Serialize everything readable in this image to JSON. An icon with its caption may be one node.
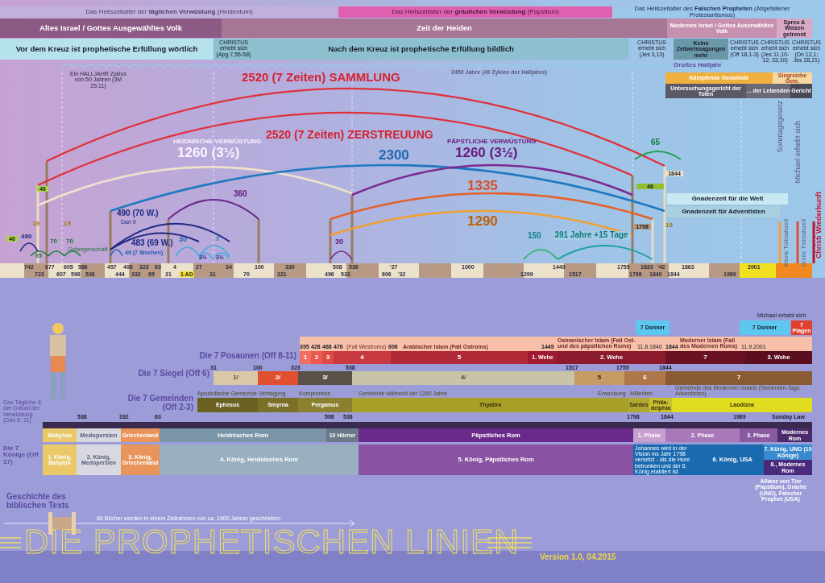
{
  "diagram": {
    "title": "DIE PROPHETISCHEN LINIEN",
    "caption": "Version 1.0, 04.2015",
    "nodes": [
      {
        "text": [
          "Das Heilszeitalter der **täglichen Verwüstung** (Heidentum)"
        ]
      },
      {
        "text": [
          "Das Heilszeitalter der **gräulichen Verwüstung** (Papsttum)"
        ]
      },
      {
        "text": [
          "Das Heilszeitalter des **Falschen Propheten** (Abgefallener Protestantismus)"
        ]
      },
      {
        "text": [
          "Altes Israel / Gottes Ausgewähltes Volk"
        ]
      },
      {
        "text": [
          "Zeit der Heiden"
        ]
      },
      {
        "text": [
          "Modernes Israel / Gottes Auserwähltes Volk"
        ]
      },
      {
        "text": [
          "Spreu & Weizen getrennt"
        ]
      },
      {
        "text": [
          "Vor dem Kreuz ist prophetische Erfüllung wörtlich"
        ]
      },
      {
        "text": [
          "Nach dem Kreuz ist prophetische Erfüllung bildlich"
        ]
      },
      {
        "text": [
          "Keine Zeitweissagungen mehr"
        ]
      },
      {
        "text": [
          "Kämpfende Gemeinde"
        ]
      },
      {
        "text": [
          "Siegreiche Gem."
        ]
      },
      {
        "text": [
          "Untersuchungsgericht der Toten"
        ]
      },
      {
        "text": [
          "... der Lebenden"
        ]
      },
      {
        "text": [
          "Gericht"
        ]
      },
      {
        "text": [
          "Gnadenzeit für die Welt"
        ]
      },
      {
        "text": [
          "Gnadenzeit für Adventisten"
        ]
      },
      {
        "text": [
          "7 Donner"
        ]
      },
      {
        "text": [
          "7 Donner"
        ]
      },
      {
        "text": [
          "7 Plagen"
        ]
      },
      {
        "text": [
          "1"
        ]
      },
      {
        "text": [
          "2"
        ]
      },
      {
        "text": [
          "3"
        ]
      },
      {
        "text": [
          "4"
        ]
      },
      {
        "text": [
          "5"
        ]
      },
      {
        "text": [
          "1. Wehe"
        ]
      },
      {
        "text": [
          "2. Wehe"
        ]
      },
      {
        "text": [
          "7"
        ]
      },
      {
        "text": [
          "3. Wehe"
        ]
      },
      {
        "text": [
          "1/"
        ]
      },
      {
        "text": [
          "2/"
        ]
      },
      {
        "text": [
          "3/"
        ]
      },
      {
        "text": [
          "4/"
        ]
      },
      {
        "text": [
          "5"
        ]
      },
      {
        "text": [
          "6"
        ]
      },
      {
        "text": [
          "7"
        ]
      },
      {
        "text": [
          "Ephesus"
        ]
      },
      {
        "text": [
          "Smyrna"
        ]
      },
      {
        "text": [
          "Pergamus"
        ]
      },
      {
        "text": [
          "Thyatira"
        ]
      },
      {
        "text": [
          "Sardes"
        ]
      },
      {
        "text": [
          "Phila-delphia"
        ]
      },
      {
        "text": [
          "Laodizea"
        ]
      },
      {
        "text": [
          "Babylon"
        ]
      },
      {
        "text": [
          "Medopersien"
        ]
      },
      {
        "text": [
          "Griechenland"
        ]
      },
      {
        "text": [
          "Heidnisches Rom"
        ]
      },
      {
        "text": [
          "10 Hörner"
        ]
      },
      {
        "text": [
          "Päpstliches Rom"
        ]
      },
      {
        "text": [
          "1. Phase"
        ]
      },
      {
        "text": [
          "2. Phase"
        ]
      },
      {
        "text": [
          "3. Phase"
        ]
      },
      {
        "text": [
          "Modernes Rom"
        ]
      },
      {
        "text": [
          "1. König, Babylon"
        ]
      },
      {
        "text": [
          "2. König, Medopersien"
        ]
      },
      {
        "text": [
          "3. König, Griechenland"
        ]
      },
      {
        "text": [
          "4. König, Heidnisches Rom"
        ]
      },
      {
        "text": [
          "5. König, Päpstliches Rom"
        ]
      },
      {
        "text": [
          "Johannes wird in der Vision ins Jahr 1798 versetzt - als die Hure betrunken und der 6. König etabliert ist",
          "6. König, USA"
        ]
      },
      {
        "text": [
          "7. König, UNO (10 Könige)"
        ]
      },
      {
        "text": [
          "8., Modernes Rom"
        ]
      }
    ],
    "labels": [
      "CHRISTUS erhebt sich (Apg 7,55-58)",
      "CHRISTUS erhebt sich (Jes 3,13)",
      "CHRISTUS erhebt sich (Off 18,1-3)",
      "CHRISTUS erhebt sich (Jes 11,10-12; 33,10)",
      "CHRISTUS erhebt sich (Dn 12,1; Jes 28,21)",
      "Großes Halljahr",
      "Ein HALLJAHR Zyklus von 50 Jahren (3M 25,11)",
      "2450 Jahre (49 Zyklen der Halljahre)",
      "2520 (7 Zeiten) SAMMLUNG",
      "2520 (7 Zeiten) ZERSTREUUNG",
      "HEIDNISCHE VERWÜSTUNG",
      "1260 (3½)",
      "2300",
      "PÄPSTLICHE VERWÜSTUNG",
      "1260 (3½)",
      "1335",
      "1290",
      "360",
      "490 (70 W.)",
      "Dan 9",
      "483 (69 W.)",
      "49 (7 Wochen)",
      "30",
      "7",
      "3½",
      "3½",
      "30",
      "150",
      "391 Jahre +15 Tage",
      "65",
      "46",
      "46",
      "46",
      "490",
      "65",
      "70",
      "70",
      "Gefangenschaft",
      "19",
      "19",
      "19",
      "Sonntagsgesetz",
      "Michael erhebt sich",
      "Kleine Trübsalszeit",
      "Große Trübsalszeit",
      "Christi Wiederkunft",
      "1798",
      "1844",
      "742",
      "723",
      "677",
      "607",
      "605",
      "598",
      "586",
      "536",
      "457",
      "444",
      "408",
      "332",
      "323",
      "65",
      "63",
      "31",
      "4",
      "1 AD",
      "27",
      "31",
      "34",
      "70",
      "100",
      "321",
      "330",
      "496",
      "508",
      "533",
      "538",
      "606",
      "'27",
      "'32",
      "1000",
      "1299",
      "1449",
      "1517",
      "1755",
      "1798",
      "1833",
      "1840",
      "'42",
      "1844",
      "1863",
      "1989",
      "2001",
      "Die 7 Posaunen (Off 8-11)",
      "Die 7 Siegel (Off 6)",
      "Die 7 Gemeinden (Off 2-3)",
      "Das Tägliche & der Gräuel der Verwüstung (Dan 8; 11)",
      "Die 7 Könige (Off 17)",
      "Geschichte des biblischen Texts",
      "395",
      "428",
      "468",
      "476",
      "(Fall Westroms)",
      "606",
      "Arabischer Islam (Fall Ostroms)",
      "1449",
      "Osmanischer Islam (Fall Ost- und des päpstlichen Roms)",
      "11.8.1840",
      "1844",
      "Moderner Islam (Fall des Modernen Roms)",
      "11.9.2001",
      "31",
      "100",
      "323",
      "538",
      "1517",
      "1755",
      "1844",
      "Apostolische Gemeinde",
      "Verfolgung",
      "Kompromiss",
      "Gemeinde während der 1260 Jahre",
      "Erweckung",
      "Milleriten",
      "Gemeinde des Modernen Israels (Siebenten-Tags Adventisten)",
      "538",
      "332",
      "63",
      "508",
      "538",
      "1798",
      "1844",
      "1989",
      "Sunday Law",
      "Allianz von Tier (Papsttum), Drache (UNO), Falscher Prophet (USA)",
      "66 Bücher wurden in einem Zeitrahmen von ca. 1600 Jahren geschrieben",
      "Michael erhebt sich"
    ]
  }
}
